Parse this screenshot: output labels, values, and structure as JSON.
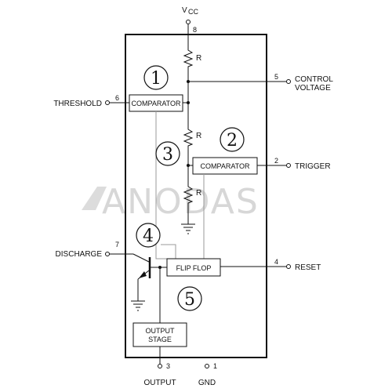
{
  "watermark": "ANODAS",
  "supply": {
    "label": "V",
    "sub": "CC",
    "pin": "8"
  },
  "resistors": [
    "R",
    "R",
    "R"
  ],
  "comparator_top": {
    "label": "COMPARATOR"
  },
  "comparator_bottom": {
    "label": "COMPARATOR"
  },
  "flip_flop": {
    "label": "FLIP FLOP"
  },
  "output_stage": {
    "line1": "OUTPUT",
    "line2": "STAGE"
  },
  "pins": {
    "threshold": {
      "label": "THRESHOLD",
      "num": "6"
    },
    "control": {
      "line1": "CONTROL",
      "line2": "VOLTAGE",
      "num": "5"
    },
    "trigger": {
      "label": "TRIGGER",
      "num": "2"
    },
    "discharge": {
      "label": "DISCHARGE",
      "num": "7"
    },
    "reset": {
      "label": "RESET",
      "num": "4"
    },
    "output": {
      "label": "OUTPUT",
      "num": "3"
    },
    "gnd": {
      "label": "GND",
      "num": "1"
    }
  },
  "markers": [
    "1",
    "2",
    "3",
    "4",
    "5"
  ]
}
